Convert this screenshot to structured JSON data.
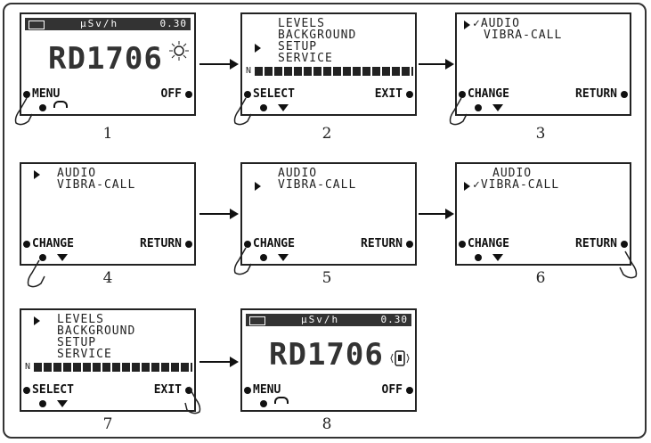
{
  "screens": [
    {
      "step": "1",
      "status": {
        "unit": "µSv/h",
        "value": "0.30"
      },
      "model": "RD1706",
      "left": "MENU",
      "right": "OFF"
    },
    {
      "step": "2",
      "lines": [
        "LEVELS",
        "BACKGROUND",
        "SETUP",
        "SERVICE"
      ],
      "bar_label": "N",
      "left": "SELECT",
      "right": "EXIT"
    },
    {
      "step": "3",
      "lines": [
        "✓AUDIO",
        "VIBRA-CALL"
      ],
      "left": "CHANGE",
      "right": "RETURN"
    },
    {
      "step": "4",
      "lines": [
        "AUDIO",
        "VIBRA-CALL"
      ],
      "left": "CHANGE",
      "right": "RETURN"
    },
    {
      "step": "5",
      "lines": [
        "AUDIO",
        "VIBRA-CALL"
      ],
      "left": "CHANGE",
      "right": "RETURN"
    },
    {
      "step": "6",
      "lines": [
        "AUDIO",
        "✓VIBRA-CALL"
      ],
      "left": "CHANGE",
      "right": "RETURN"
    },
    {
      "step": "7",
      "lines": [
        "LEVELS",
        "BACKGROUND",
        "SETUP",
        "SERVICE"
      ],
      "bar_label": "N",
      "left": "SELECT",
      "right": "EXIT"
    },
    {
      "step": "8",
      "status": {
        "unit": "µSv/h",
        "value": "0.30"
      },
      "model": "RD1706",
      "left": "MENU",
      "right": "OFF"
    }
  ]
}
